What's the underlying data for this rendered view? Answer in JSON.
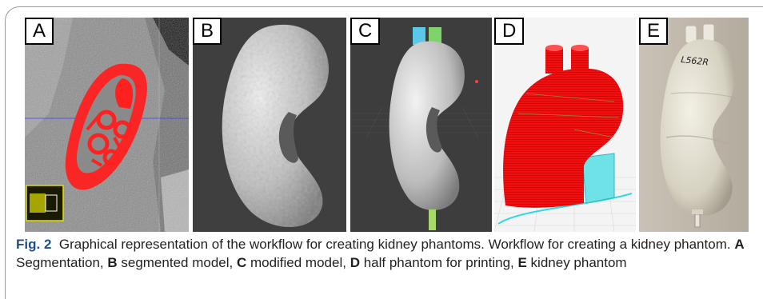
{
  "figure": {
    "label": "Fig. 2",
    "caption_parts": [
      {
        "text": "Graphical representation of the workflow for creating kidney phantoms. Workflow for creating a kidney phantom. ",
        "bold": false
      },
      {
        "text": "A",
        "bold": true
      },
      {
        "text": " Segmentation, ",
        "bold": false
      },
      {
        "text": "B",
        "bold": true
      },
      {
        "text": " segmented model, ",
        "bold": false
      },
      {
        "text": "C",
        "bold": true
      },
      {
        "text": " modified model, ",
        "bold": false
      },
      {
        "text": "D",
        "bold": true
      },
      {
        "text": " half phantom for printing, ",
        "bold": false
      },
      {
        "text": "E",
        "bold": true
      },
      {
        "text": " kidney phantom",
        "bold": false
      }
    ]
  },
  "panels": [
    {
      "id": "a",
      "label": "A"
    },
    {
      "id": "b",
      "label": "B"
    },
    {
      "id": "c",
      "label": "C"
    },
    {
      "id": "d",
      "label": "D"
    },
    {
      "id": "e",
      "label": "E"
    }
  ],
  "photo_text": "L562R",
  "colors": {
    "segmentation_red": "#ff2020",
    "print_red": "#f01010",
    "support_cyan": "#30d8e0",
    "viewport_gray": "#3f3f3f",
    "figure_label_blue": "#1e4f8c"
  }
}
